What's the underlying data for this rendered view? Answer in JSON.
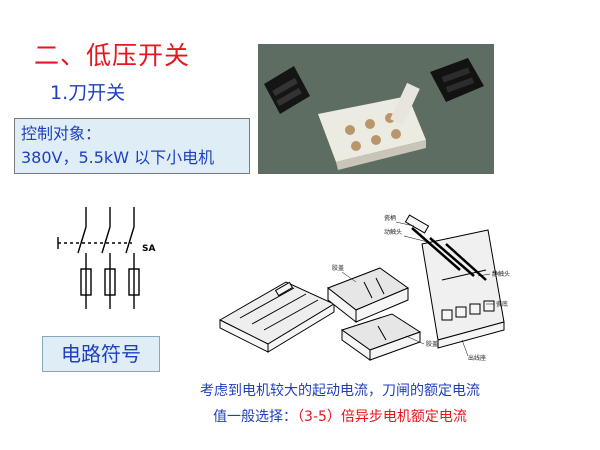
{
  "slide": {
    "section_title": "二、低压开关",
    "subsection_title": "1.刀开关",
    "control_box": {
      "line1": "控制对象：",
      "line2": "380V，5.5kW 以下小电机"
    },
    "symbol": {
      "code": "SA",
      "caption": "电路符号"
    },
    "drawing_labels": {
      "handle": "瓷柄",
      "moving_contact": "动触头",
      "cover_top": "胶盖",
      "cover_bottom": "胶盖",
      "static_contact": "静触头",
      "porcelain_base": "瓷底",
      "outlet_seat": "出线座"
    },
    "note": {
      "line1": "考虑到电机较大的起动电流，刀闸的额定电流",
      "line2_prefix": "值一般选择：",
      "line2_highlight": "（3-5）倍异步电机额定电流"
    }
  }
}
